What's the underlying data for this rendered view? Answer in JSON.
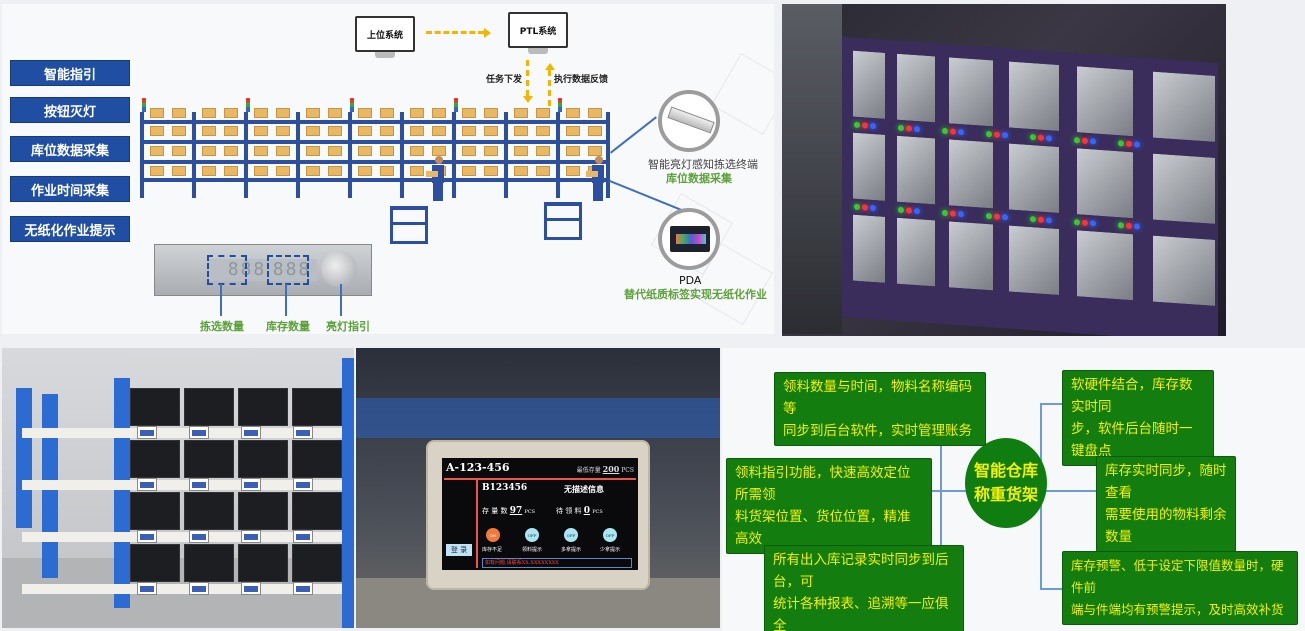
{
  "diagram": {
    "feature_buttons": [
      "智能指引",
      "按钮灭灯",
      "库位数据采集",
      "作业时间采集",
      "无纸化作业提示"
    ],
    "upper_system": "上位系统",
    "ptl_system": "PTL系统",
    "task_dispatch": "任务下发",
    "execution_feedback": "执行数据反馈",
    "device_labels": [
      "拣选数量",
      "库存数量",
      "亮灯指引"
    ],
    "device_display": "88.8 88 88.8.8",
    "terminal_caption": "智能亮灯感知拣选终端",
    "terminal_subcaption": "库位数据采集",
    "pda_caption": "PDA",
    "pda_subcaption": "替代纸质标签实现无纸化作业"
  },
  "screen": {
    "location_code": "A-123-456",
    "min_stock_label": "最低存量",
    "min_stock_value": "200",
    "unit": "PCS",
    "material_code": "B123456",
    "description": "无描述信息",
    "stock_label": "存 量 数",
    "stock_value": "97",
    "pending_label": "待 领 料",
    "pending_value": "0",
    "indicators": [
      {
        "state": "ON",
        "caption": "库存不足"
      },
      {
        "state": "OFF",
        "caption": "领料提示"
      },
      {
        "state": "OFF",
        "caption": "多拿提示"
      },
      {
        "state": "OFF",
        "caption": "少拿提示"
      }
    ],
    "login_button": "登 录",
    "alert_text": "如有问题,请联系XX:XXXXXXXX"
  },
  "mindmap": {
    "center": [
      "智能仓库",
      "称重货架"
    ],
    "left": [
      [
        "领料数量与时间，物料名称编码等",
        "同步到后台软件，实时管理账务"
      ],
      [
        "领料指引功能，快速高效定位所需领",
        "料货架位置、货位位置，精准高效"
      ],
      [
        "所有出入库记录实时同步到后台，可",
        "统计各种报表、追溯等一应俱全"
      ]
    ],
    "right": [
      [
        "软硬件结合，库存数实时同",
        "步，软件后台随时一键盘点"
      ],
      [
        "库存实时同步，随时查看",
        "需要使用的物料剩余数量"
      ],
      [
        "库存预警、低于设定下限值数量时，硬件前",
        "端与件端均有预警提示，及时高效补货"
      ]
    ]
  },
  "colors": {
    "brand_blue": "#1f4ea3",
    "mindmap_green": "#137d10",
    "mindmap_text": "#f5f000",
    "label_green": "#5da13b",
    "arrow_yellow": "#f5b400"
  }
}
